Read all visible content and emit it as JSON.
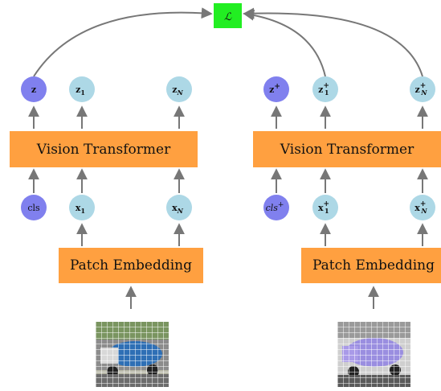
{
  "loss": {
    "label": "ℒ",
    "color": "#22ee22"
  },
  "colors": {
    "box_fill": "#ffa040",
    "cls_node": "#8080ee",
    "patch_node": "#add8e6",
    "arrow": "#777777",
    "augmented_tint": "#9a8ee0"
  },
  "left_branch": {
    "encoder_label": "Vision Transformer",
    "embedding_label": "Patch Embedding",
    "outputs": [
      {
        "main": "z",
        "sub": "",
        "sup": ""
      },
      {
        "main": "z",
        "sub": "1",
        "sup": ""
      },
      {
        "main": "z",
        "sub": "N",
        "sup": ""
      }
    ],
    "inputs": [
      {
        "main": "cls",
        "sub": "",
        "sup": "",
        "italic": false
      },
      {
        "main": "x",
        "sub": "1",
        "sup": "",
        "italic": false
      },
      {
        "main": "x",
        "sub": "N",
        "sup": "",
        "italic": false
      }
    ],
    "image": "image-patch-grid-car"
  },
  "right_branch": {
    "encoder_label": "Vision Transformer",
    "embedding_label": "Patch Embedding",
    "outputs": [
      {
        "main": "z",
        "sub": "",
        "sup": "+"
      },
      {
        "main": "z",
        "sub": "1",
        "sup": "+"
      },
      {
        "main": "z",
        "sub": "N",
        "sup": "+"
      }
    ],
    "inputs": [
      {
        "main": "cls",
        "sub": "",
        "sup": "+",
        "italic": true
      },
      {
        "main": "x",
        "sub": "1",
        "sup": "+",
        "italic": false
      },
      {
        "main": "x",
        "sub": "N",
        "sup": "+",
        "italic": false
      }
    ],
    "image": "image-patch-grid-car-augmented"
  }
}
